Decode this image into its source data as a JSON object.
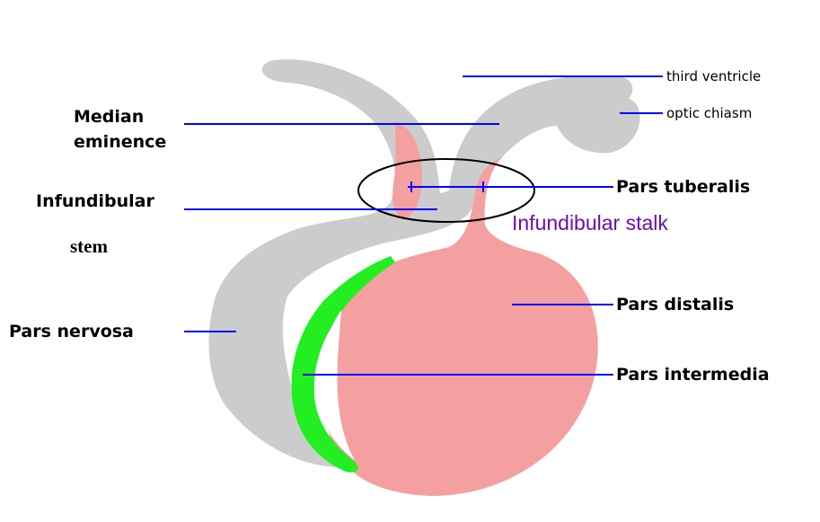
{
  "labels": {
    "third_ventricle": "third ventricle",
    "optic_chiasm": "optic chiasm",
    "median_eminence_line1": "Median",
    "median_eminence_line2": "eminence",
    "infundibular_line1": "Infundibular",
    "infundibular_line2": "stem",
    "pars_tuberalis": "Pars tuberalis",
    "infundibular_stalk": "Infundibular stalk",
    "pars_distalis": "Pars distalis",
    "pars_nervosa": "Pars nervosa",
    "pars_intermedia": "Pars intermedia"
  },
  "colors": {
    "neural_gray": "#cccccc",
    "adenohypophysis_pink": "#f4a0a0",
    "intermedia_green": "#22ee22",
    "leader_line_blue": "#0000ff",
    "stalk_text_purple": "#6a0dad"
  }
}
